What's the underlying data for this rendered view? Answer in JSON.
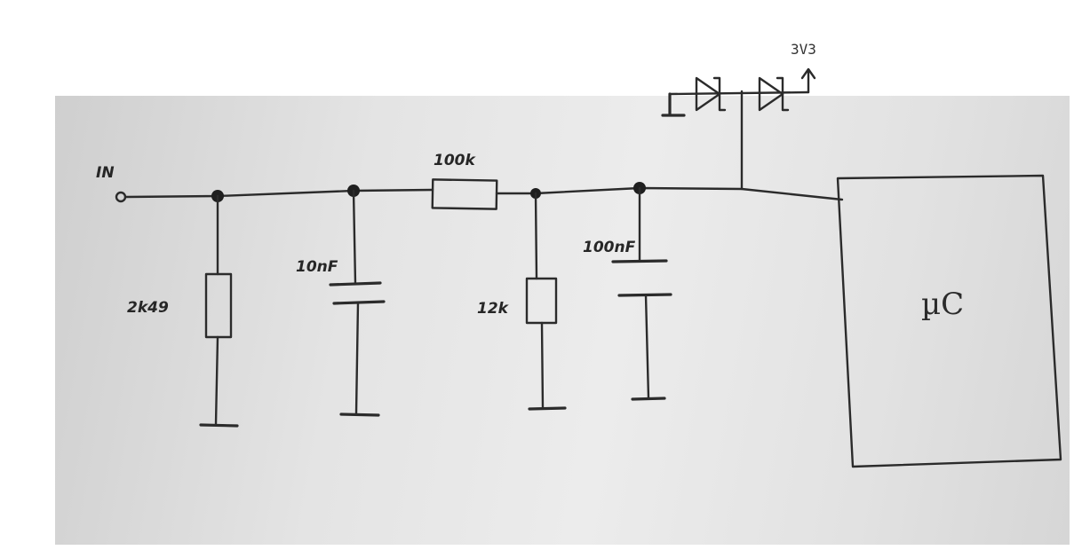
{
  "labels": {
    "input": "IN",
    "supply": "3V3",
    "r_shunt": "2k49",
    "c_input": "10nF",
    "r_series": "100k",
    "r_divider": "12k",
    "c_filter": "100nF",
    "mcu": "µC"
  },
  "colors": {
    "ink": "#2b2b2b",
    "paper": "#e4e4e4",
    "background": "#ffffff"
  }
}
